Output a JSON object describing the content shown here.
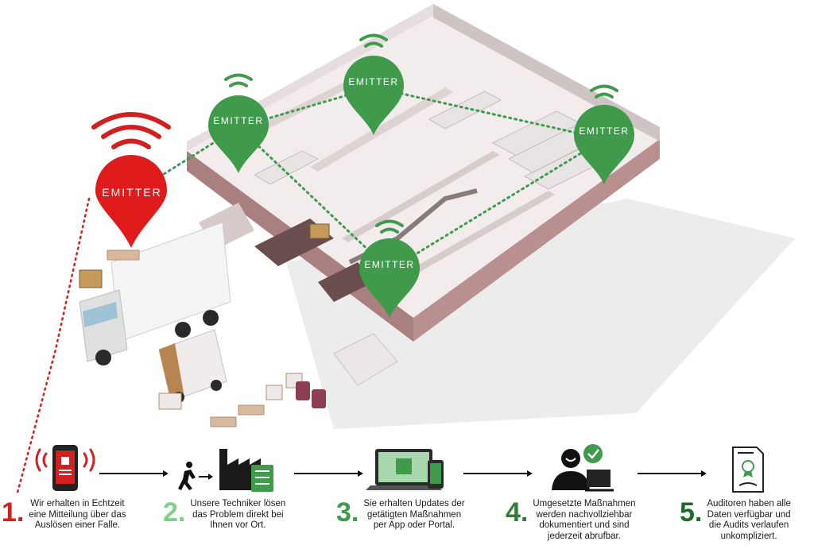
{
  "brand": {
    "pin_label": "EMITTER",
    "alert_color": "#e01b1b",
    "ok_color": "#3f9a4c"
  },
  "steps": [
    {
      "number": "1.",
      "color": "#d21f1f",
      "lines": [
        "Wir erhalten in Echtzeit",
        "eine Mitteilung über das",
        "Auslösen einer Falle."
      ]
    },
    {
      "number": "2.",
      "color": "#7ed08a",
      "lines": [
        "Unsere Techniker lösen",
        "das Problem direkt bei",
        "Ihnen vor Ort."
      ]
    },
    {
      "number": "3.",
      "color": "#3f9a4c",
      "lines": [
        "Sie erhalten Updates der",
        "getätigten Maßnahmen",
        "per App oder Portal."
      ]
    },
    {
      "number": "4.",
      "color": "#2f7d3b",
      "lines": [
        "Umgesetzte Maßnahmen",
        "werden nachvollziehbar",
        "dokumentiert und sind",
        "jederzeit abrufbar."
      ]
    },
    {
      "number": "5.",
      "color": "#1d6a2a",
      "lines": [
        "Auditoren haben alle",
        "Daten verfügbar und",
        "die Audits verlaufen",
        "unkompliziert."
      ]
    }
  ],
  "icons": [
    "alert-phone-icon",
    "technician-factory-icon",
    "laptop-app-icon",
    "auditor-check-icon",
    "certificate-icon"
  ]
}
